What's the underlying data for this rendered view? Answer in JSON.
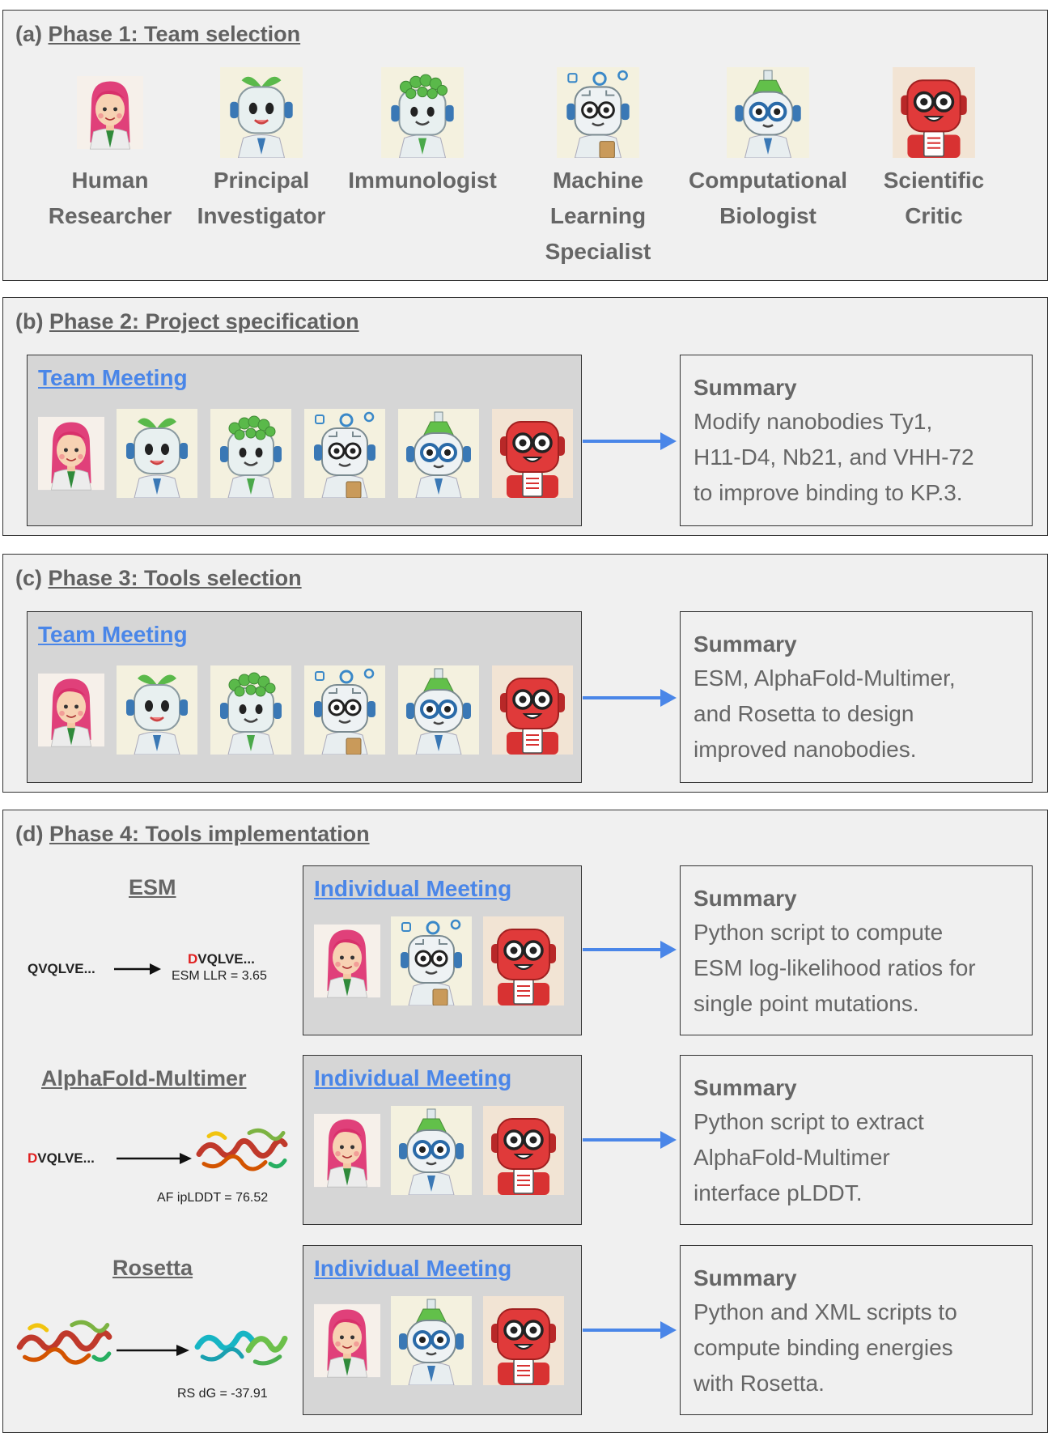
{
  "panels": {
    "a": {
      "letter": "(a) ",
      "title": "Phase 1: Team selection"
    },
    "b": {
      "letter": "(b) ",
      "title": "Phase 2: Project specification"
    },
    "c": {
      "letter": "(c) ",
      "title": "Phase 3: Tools selection"
    },
    "d": {
      "letter": "(d) ",
      "title": "Phase 4: Tools implementation"
    }
  },
  "team": [
    {
      "label": "Human\nResearcher",
      "icon": "human-researcher-icon"
    },
    {
      "label": "Principal\nInvestigator",
      "icon": "principal-investigator-icon"
    },
    {
      "label": "Immunologist",
      "icon": "immunologist-icon"
    },
    {
      "label": "Machine\nLearning\nSpecialist",
      "icon": "ml-specialist-icon"
    },
    {
      "label": "Computational\nBiologist",
      "icon": "computational-biologist-icon"
    },
    {
      "label": "Scientific\nCritic",
      "icon": "scientific-critic-icon"
    }
  ],
  "meetings": {
    "team": "Team Meeting",
    "individual": "Individual Meeting"
  },
  "summaries": {
    "title": "Summary",
    "b": "Modify nanobodies Ty1,\nH11-D4, Nb21, and VHH-72\nto improve binding to KP.3.",
    "c": "ESM, AlphaFold-Multimer,\nand Rosetta to design\nimproved nanobodies.",
    "d_esm": "Python script to compute\nESM log-likelihood ratios for\nsingle point mutations.",
    "d_af": "Python script to extract\nAlphaFold-Multimer\ninterface pLDDT.",
    "d_rs": "Python and XML scripts to\ncompute binding energies\nwith Rosetta."
  },
  "tools": {
    "esm": {
      "label": "ESM",
      "input_seq": "QVQLVE...",
      "output_first": "D",
      "output_rest": "VQLVE...",
      "metric": "ESM LLR = 3.65"
    },
    "af": {
      "label": "AlphaFold-Multimer",
      "input_first": "D",
      "input_rest": "VQLVE...",
      "metric": "AF ipLDDT = 76.52"
    },
    "rs": {
      "label": "Rosetta",
      "metric": "RS dG = -37.91"
    }
  },
  "colors": {
    "panel_bg": "#f0f0f0",
    "meeting_bg": "#d6d6d6",
    "link_blue": "#4a86e8",
    "arrow_blue": "#4a86e8",
    "mutation_red": "#e02020"
  }
}
